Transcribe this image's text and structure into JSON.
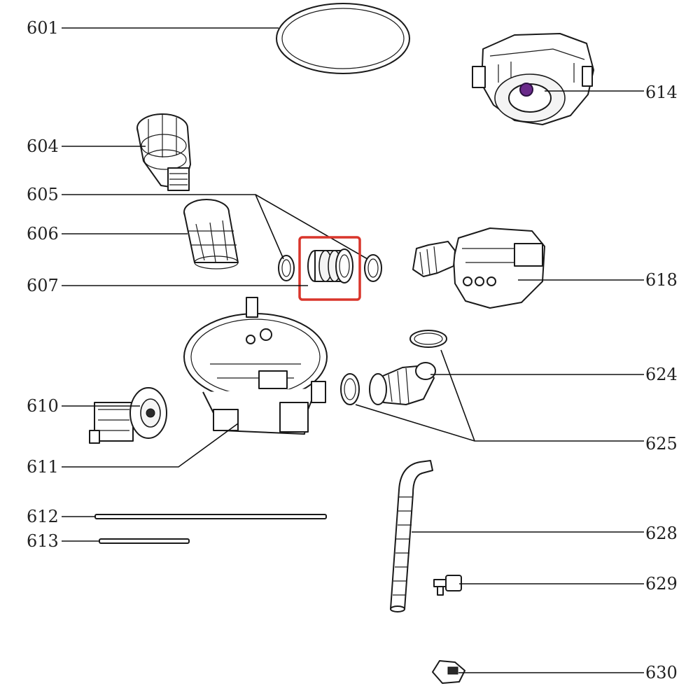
{
  "callouts": {
    "c601": "601",
    "c604": "604",
    "c605": "605",
    "c606": "606",
    "c607": "607",
    "c610": "610",
    "c611": "611",
    "c612": "612",
    "c613": "613",
    "c614": "614",
    "c618": "618",
    "c624": "624",
    "c625": "625",
    "c628": "628",
    "c629": "629",
    "c630": "630"
  },
  "highlight": {
    "part": "607",
    "color": "#d9352b"
  },
  "colors": {
    "line": "#111111",
    "text": "#222222",
    "accent_purple": "#6a2a8a"
  }
}
